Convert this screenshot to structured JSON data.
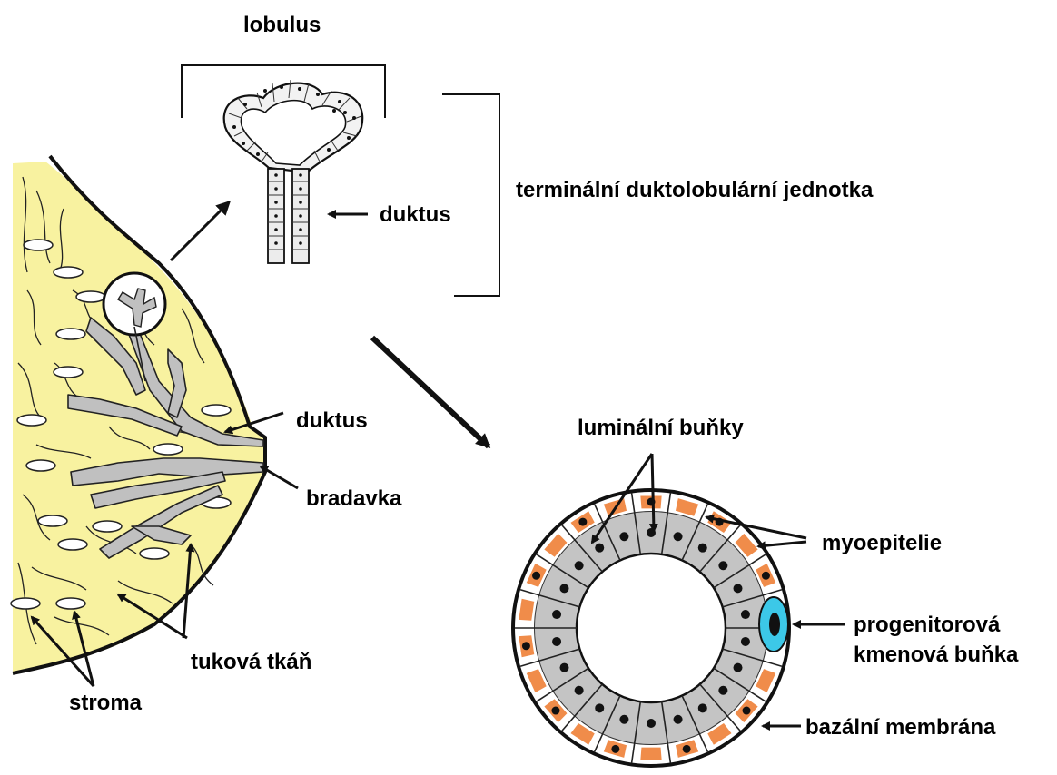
{
  "labels": {
    "lobulus": "lobulus",
    "duktus_top": "duktus",
    "tdlu": "terminální duktolobulární jednotka",
    "duktus_breast": "duktus",
    "bradavka": "bradavka",
    "tukova_tkan": "tuková tkáň",
    "stroma": "stroma",
    "luminalni_bunky": "luminální buňky",
    "myoepitelie": "myoepitelie",
    "progenitorova_1": "progenitorová",
    "progenitorova_2": "kmenová  buňka",
    "bazalni_membrana": "bazální membrána"
  },
  "colors": {
    "fat": "#f8f2a0",
    "duct_gray": "#c0c0c0",
    "myoepithelial": "#f08c4a",
    "stem_cell": "#3cc8e8",
    "outline": "#111111"
  }
}
